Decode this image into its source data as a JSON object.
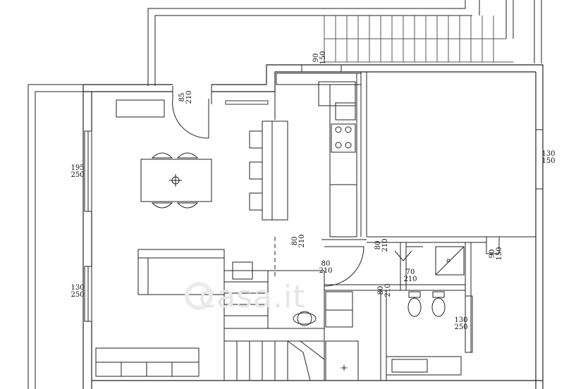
{
  "watermark": "casa.it",
  "openings": [
    {
      "id": "door-entry",
      "w": "85",
      "h": "210"
    },
    {
      "id": "window-kitchen",
      "w": "90",
      "h": "150"
    },
    {
      "id": "window-left-top",
      "w": "195",
      "h": "250"
    },
    {
      "id": "window-left-bottom",
      "w": "130",
      "h": "250"
    },
    {
      "id": "door-storage",
      "w": "80",
      "h": "210"
    },
    {
      "id": "door-hall",
      "w": "80",
      "h": "210"
    },
    {
      "id": "door-bedroom",
      "w": "80",
      "h": "210"
    },
    {
      "id": "door-bath-left",
      "w": "70",
      "h": "210"
    },
    {
      "id": "door-bath",
      "w": "80",
      "h": "210"
    },
    {
      "id": "window-bedroom",
      "w": "130",
      "h": "150"
    },
    {
      "id": "window-right-low",
      "w": "90",
      "h": "150"
    },
    {
      "id": "window-bath",
      "w": "130",
      "h": "250"
    }
  ]
}
